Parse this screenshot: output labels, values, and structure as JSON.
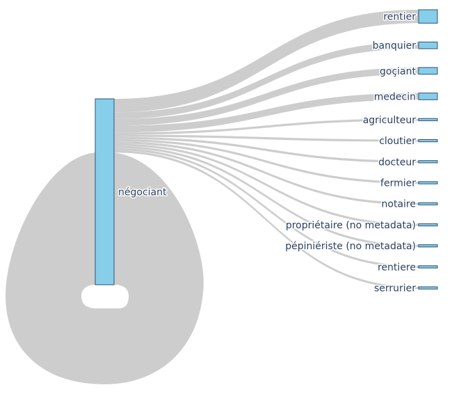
{
  "chart_data": {
    "type": "sankey",
    "colors": {
      "node": "#87ceeb",
      "node_border": "#2f4f6f",
      "link": "#c8c8c8",
      "label": "#2a3f5f"
    },
    "source": "négociant",
    "self_loop_value": 59,
    "targets": [
      {
        "label": "rentier",
        "value": 6
      },
      {
        "label": "banquier",
        "value": 3
      },
      {
        "label": "goçiant",
        "value": 3
      },
      {
        "label": "medecin",
        "value": 3
      },
      {
        "label": "agriculteur",
        "value": 1
      },
      {
        "label": "cloutier",
        "value": 1
      },
      {
        "label": "docteur",
        "value": 1
      },
      {
        "label": "fermier",
        "value": 1
      },
      {
        "label": "notaire",
        "value": 1
      },
      {
        "label": "propriétaire (no metadata)",
        "value": 1
      },
      {
        "label": "pépiniériste (no metadata)",
        "value": 1
      },
      {
        "label": "rentiere",
        "value": 1
      },
      {
        "label": "serrurier",
        "value": 1
      }
    ]
  }
}
